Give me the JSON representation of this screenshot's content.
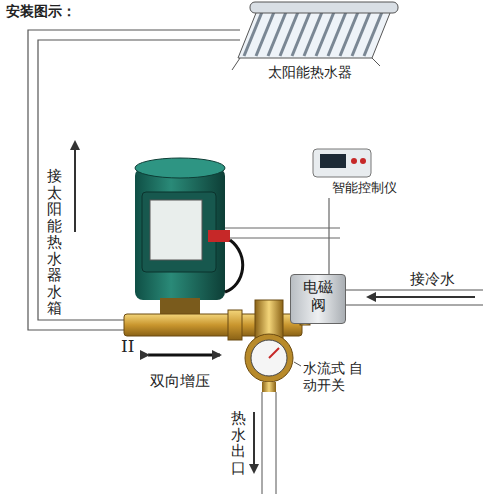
{
  "diagram": {
    "title": "安装图示：",
    "nodes": [
      {
        "text": [
          "智能控制仪"
        ]
      },
      {
        "text": [
          "电磁阀"
        ]
      }
    ],
    "edges": [
      {
        "from": 0,
        "to": 1,
        "arrow": "none"
      }
    ],
    "labels": [
      "太阳能热水器",
      "接太阳能热水器水箱",
      "接冷水",
      "II",
      "双向增压",
      "水流式 自动开关",
      "热水出口"
    ]
  }
}
